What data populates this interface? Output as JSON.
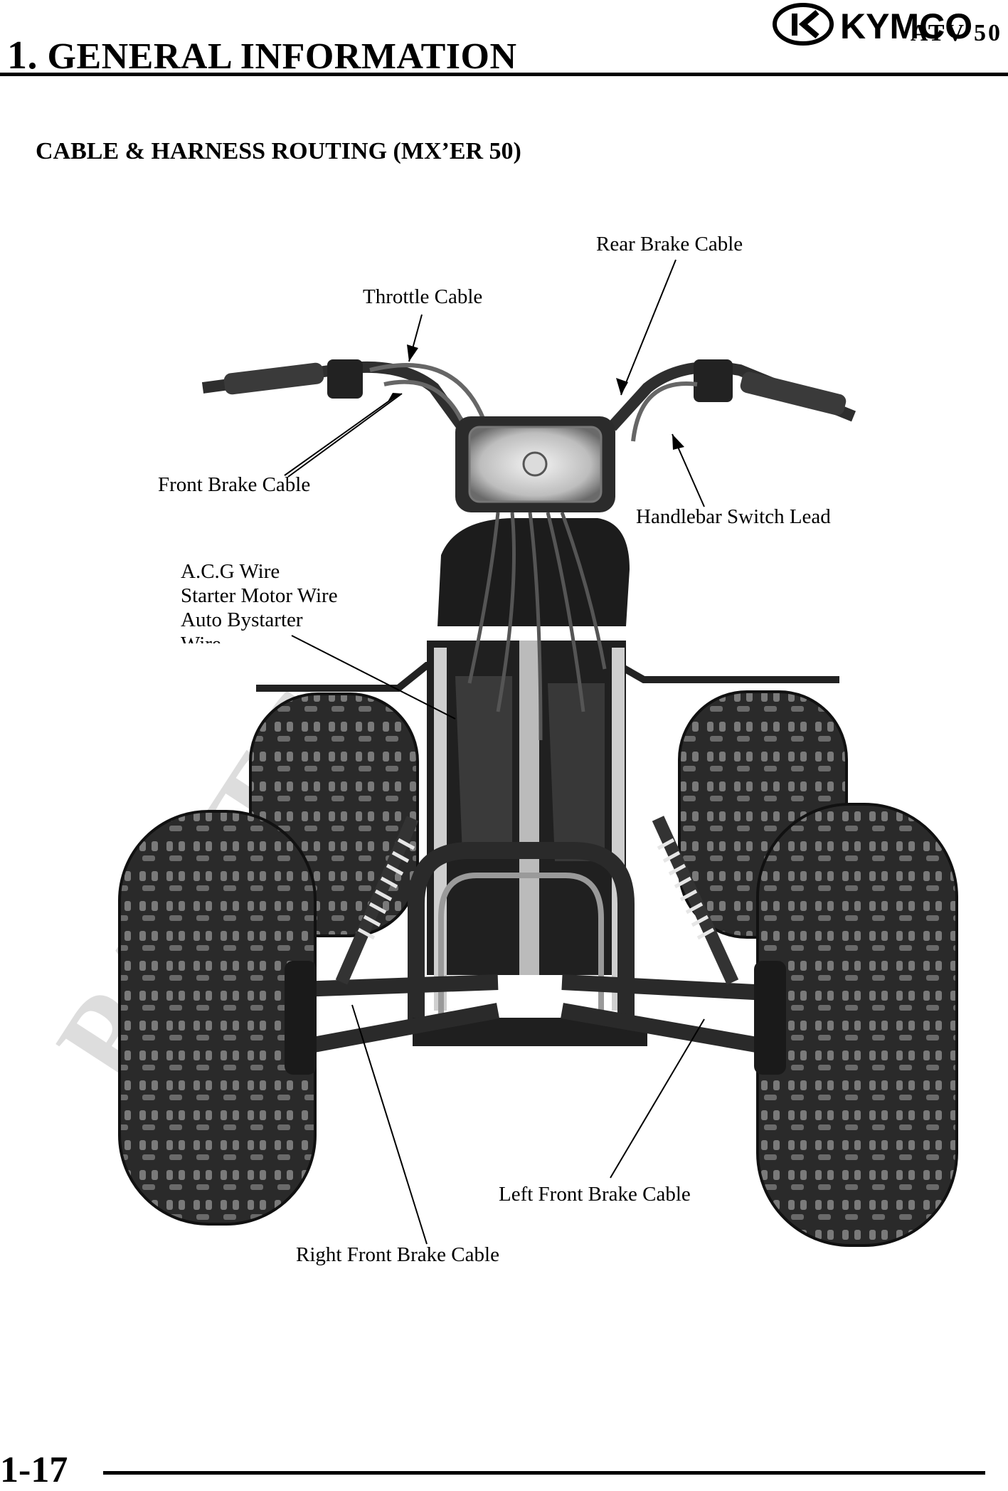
{
  "header": {
    "chapter_number": "1.",
    "chapter_title": "GENERAL INFORMATION",
    "brand": "KYMCO",
    "model": "ATV 50"
  },
  "section": {
    "heading": "CABLE & HARNESS ROUTING (MX’ER 50)"
  },
  "figure": {
    "subject": "ATV front view photo",
    "watermark_text": "PARTS",
    "callouts": {
      "rear_brake_cable": "Rear Brake Cable",
      "throttle_cable": "Throttle Cable",
      "front_brake_cable": "Front Brake Cable",
      "handlebar_switch_lead": "Handlebar Switch Lead",
      "acg_wire": "A.C.G Wire",
      "starter_motor_wire": "Starter Motor Wire",
      "auto_bystarter": "Auto Bystarter",
      "auto_bystarter_cont": "Wire",
      "left_front_brake_cable": "Left Front Brake Cable",
      "right_front_brake_cable": "Right Front Brake Cable"
    }
  },
  "footer": {
    "page_number": "1-17"
  }
}
